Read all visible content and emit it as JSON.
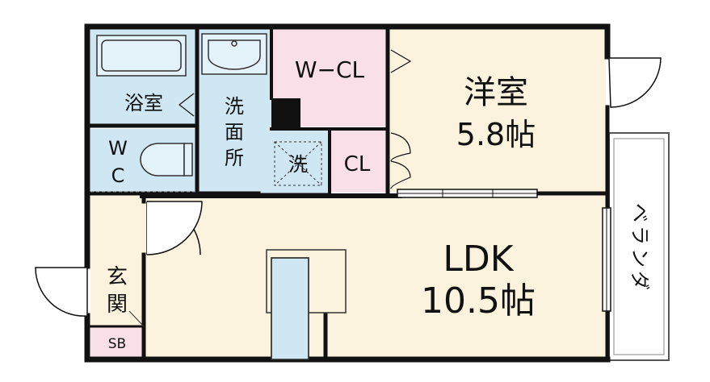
{
  "colors": {
    "wall": "#111111",
    "western_room": "#fbf3dd",
    "ldk": "#fbf3dd",
    "entrance": "#fbf3dd",
    "wet_area": "#cfe6f3",
    "closet": "#f9dfe8",
    "fixture": "#cfe6f3"
  },
  "rooms": {
    "western": {
      "name": "洋室",
      "size": "5.8帖"
    },
    "ldk": {
      "name": "LDK",
      "size": "10.5帖"
    },
    "bath": {
      "name": "浴室"
    },
    "washroom": {
      "name_chars": [
        "洗",
        "面",
        "所"
      ]
    },
    "washer": {
      "name": "洗"
    },
    "toilet": {
      "name_chars": [
        "W",
        "C"
      ]
    },
    "wcl": {
      "name": "W−CL"
    },
    "cl": {
      "name": "CL"
    },
    "entrance": {
      "name_chars": [
        "玄",
        "関"
      ]
    },
    "shoebox": {
      "name": "SB"
    },
    "veranda": {
      "name_chars": [
        "ベ",
        "ラ",
        "ン",
        "ダ"
      ]
    }
  }
}
